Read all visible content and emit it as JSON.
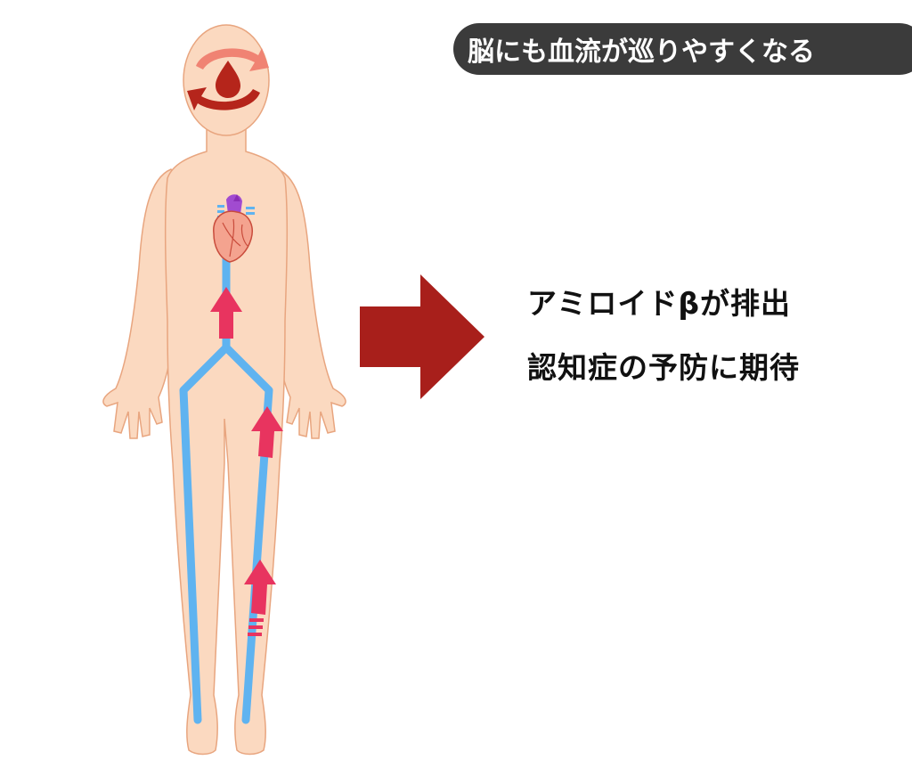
{
  "title": "脳にも血流が巡りやすくなる",
  "captions": [
    "アミロイドβが排出",
    "認知症の予防に期待"
  ],
  "colors": {
    "skin": "#fbd9c0",
    "skin_outline": "#e8a57f",
    "vein": "#5fb3f0",
    "arrow_up": "#e8345f",
    "big_arrow": "#a81f1b",
    "brain_dark": "#b5251b",
    "brain_light": "#f08373",
    "title_bg": "#3b3b3b"
  },
  "icons": [
    "body-figure",
    "heart-icon",
    "blood-drop-icon",
    "circulation-arrows-icon",
    "right-arrow-icon",
    "up-arrow-icon"
  ]
}
